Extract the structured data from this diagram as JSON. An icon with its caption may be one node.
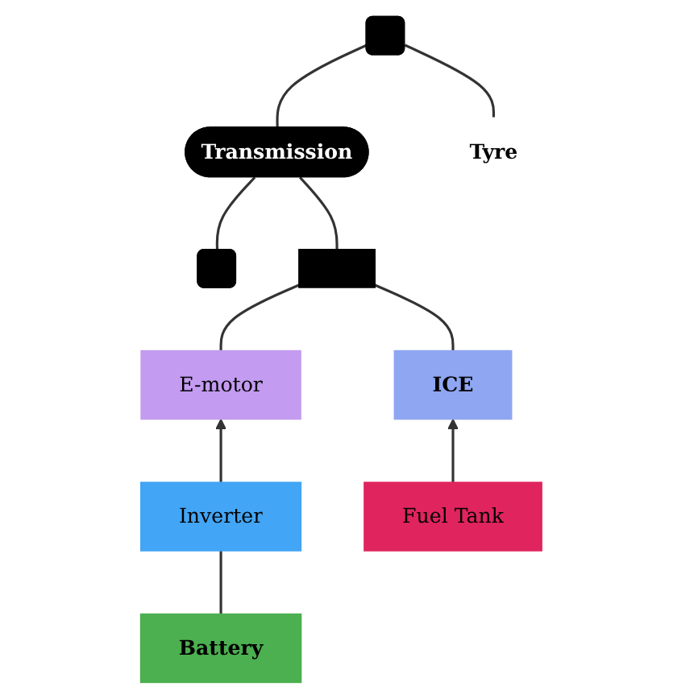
{
  "diagram": {
    "nodes": [
      {
        "text": [
          "Transmission"
        ]
      },
      {
        "text": [],
        "shape": "bar"
      },
      {
        "text": [],
        "shape": "bar"
      },
      {
        "text": [
          "Tyre"
        ]
      },
      {
        "text": [
          "E-motor"
        ]
      },
      {
        "text": [],
        "shape": "box"
      },
      {
        "text": [
          "ICE"
        ]
      },
      {
        "text": [
          "Inverter"
        ]
      },
      {
        "text": [
          "Fuel Tank"
        ]
      },
      {
        "text": [
          "Battery"
        ]
      }
    ],
    "edges": [
      {
        "from": 1,
        "to": 0,
        "arrow": "none"
      },
      {
        "from": 0,
        "to": 2,
        "arrow": "none"
      },
      {
        "from": 3,
        "to": 2,
        "arrow": "none"
      },
      {
        "from": 0,
        "to": 5,
        "arrow": "none"
      },
      {
        "from": 4,
        "to": 5,
        "arrow": "none"
      },
      {
        "from": 5,
        "to": 6,
        "arrow": "none"
      },
      {
        "from": 7,
        "to": 4,
        "arrow": "to"
      },
      {
        "from": 8,
        "to": 6,
        "arrow": "to"
      },
      {
        "from": 9,
        "to": 7,
        "arrow": "none"
      }
    ]
  }
}
